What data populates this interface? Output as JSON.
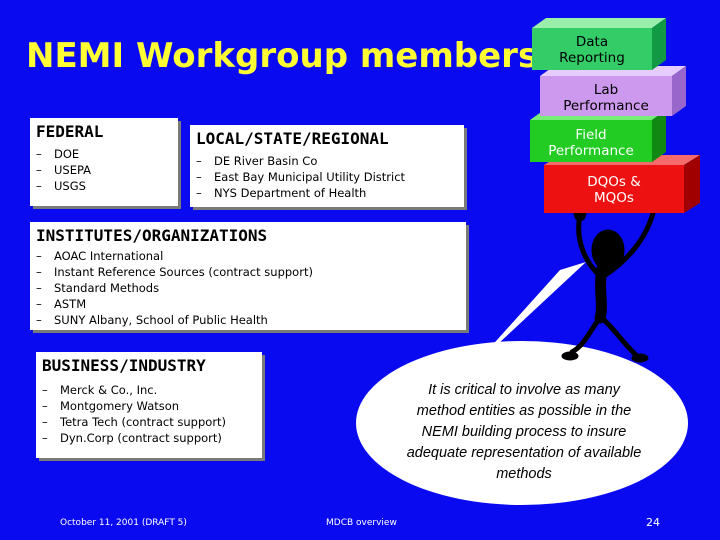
{
  "title": "NEMI Workgroup members",
  "federal": {
    "heading": "FEDERAL",
    "items": [
      "DOE",
      "USEPA",
      "USGS"
    ]
  },
  "local": {
    "heading": "LOCAL/STATE/REGIONAL",
    "items": [
      "DE River Basin Co",
      "East Bay Municipal Utility District",
      "NYS Department of Health"
    ]
  },
  "institutes": {
    "heading": "INSTITUTES/ORGANIZATIONS",
    "items": [
      "AOAC International",
      "Instant Reference Sources (contract support)",
      "Standard Methods",
      "ASTM",
      "SUNY Albany, School of Public Health"
    ]
  },
  "business": {
    "heading": "BUSINESS/INDUSTRY",
    "items": [
      "Merck & Co., Inc.",
      "Montgomery Watson",
      "Tetra Tech (contract support)",
      "Dyn.Corp (contract support)"
    ]
  },
  "blocks": [
    {
      "label_line1": "Data",
      "label_line2": "Reporting",
      "color": "#33cc66"
    },
    {
      "label_line1": "Lab",
      "label_line2": "Performance",
      "color": "#cc99ee"
    },
    {
      "label_line1": "Field",
      "label_line2": "Performance",
      "color": "#22cc22"
    },
    {
      "label_line1": "DQOs &",
      "label_line2": "MQOs",
      "color": "#ee1111"
    }
  ],
  "callout": "It is critical to involve as many method entities as possible in the NEMI building process to insure adequate representation of available methods",
  "footer": {
    "date": "October 11, 2001 (DRAFT 5)",
    "center": "MDCB overview",
    "page": "24"
  },
  "colors": {
    "background": "#0a0af0",
    "title": "#ffff33"
  }
}
